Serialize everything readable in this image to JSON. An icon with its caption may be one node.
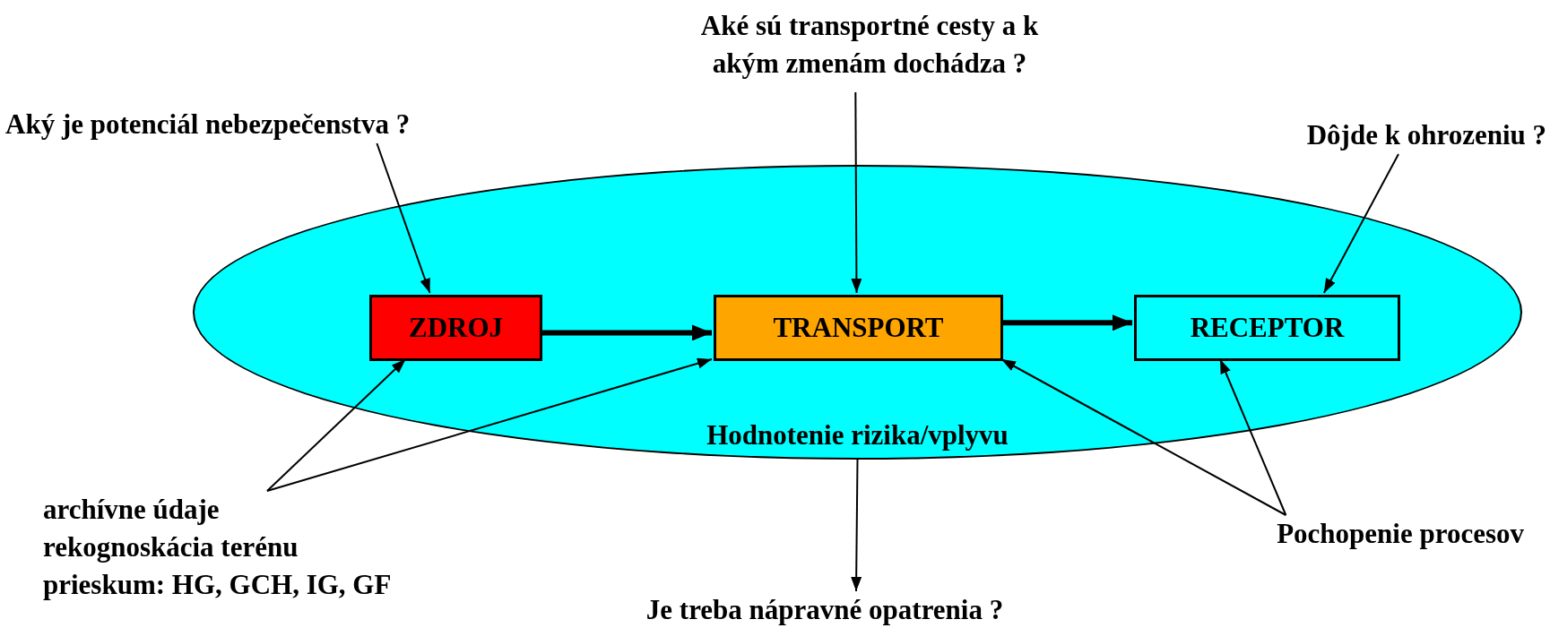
{
  "diagram": {
    "nodes": [
      {
        "text": [
          "Aké sú transportné cesty a k akým zmenám dochádza ?"
        ]
      },
      {
        "text": [
          "Aký je potenciál nebezpečenstva ?"
        ]
      },
      {
        "text": [
          "Dôjde k ohrozeniu ?"
        ]
      },
      {
        "text": [
          "Hodnotenie rizika/vplyvu"
        ]
      },
      {
        "text": [
          "ZDROJ"
        ],
        "in": 3
      },
      {
        "text": [
          "TRANSPORT"
        ],
        "in": 3
      },
      {
        "text": [
          "RECEPTOR"
        ],
        "in": 3
      },
      {
        "text": [
          "archívne údaje",
          "rekognoskácia terénu",
          "prieskum: HG, GCH, IG, GF"
        ]
      },
      {
        "text": [
          "Pochopenie procesov"
        ]
      },
      {
        "text": [
          "Je treba nápravné opatrenia ?"
        ]
      }
    ],
    "edges": [
      {
        "from": 1,
        "to": 4,
        "arrow": "to"
      },
      {
        "from": 0,
        "to": 5,
        "arrow": "to"
      },
      {
        "from": 2,
        "to": 6,
        "arrow": "to"
      },
      {
        "from": 4,
        "to": 5,
        "arrow": "to",
        "style": "thick"
      },
      {
        "from": 5,
        "to": 6,
        "arrow": "to",
        "style": "thick"
      },
      {
        "from": 7,
        "to": 4,
        "arrow": "to"
      },
      {
        "from": 7,
        "to": 5,
        "arrow": "to"
      },
      {
        "from": 8,
        "to": 5,
        "arrow": "to"
      },
      {
        "from": 8,
        "to": 6,
        "arrow": "to"
      },
      {
        "from": 3,
        "to": 9,
        "arrow": "to"
      }
    ]
  }
}
